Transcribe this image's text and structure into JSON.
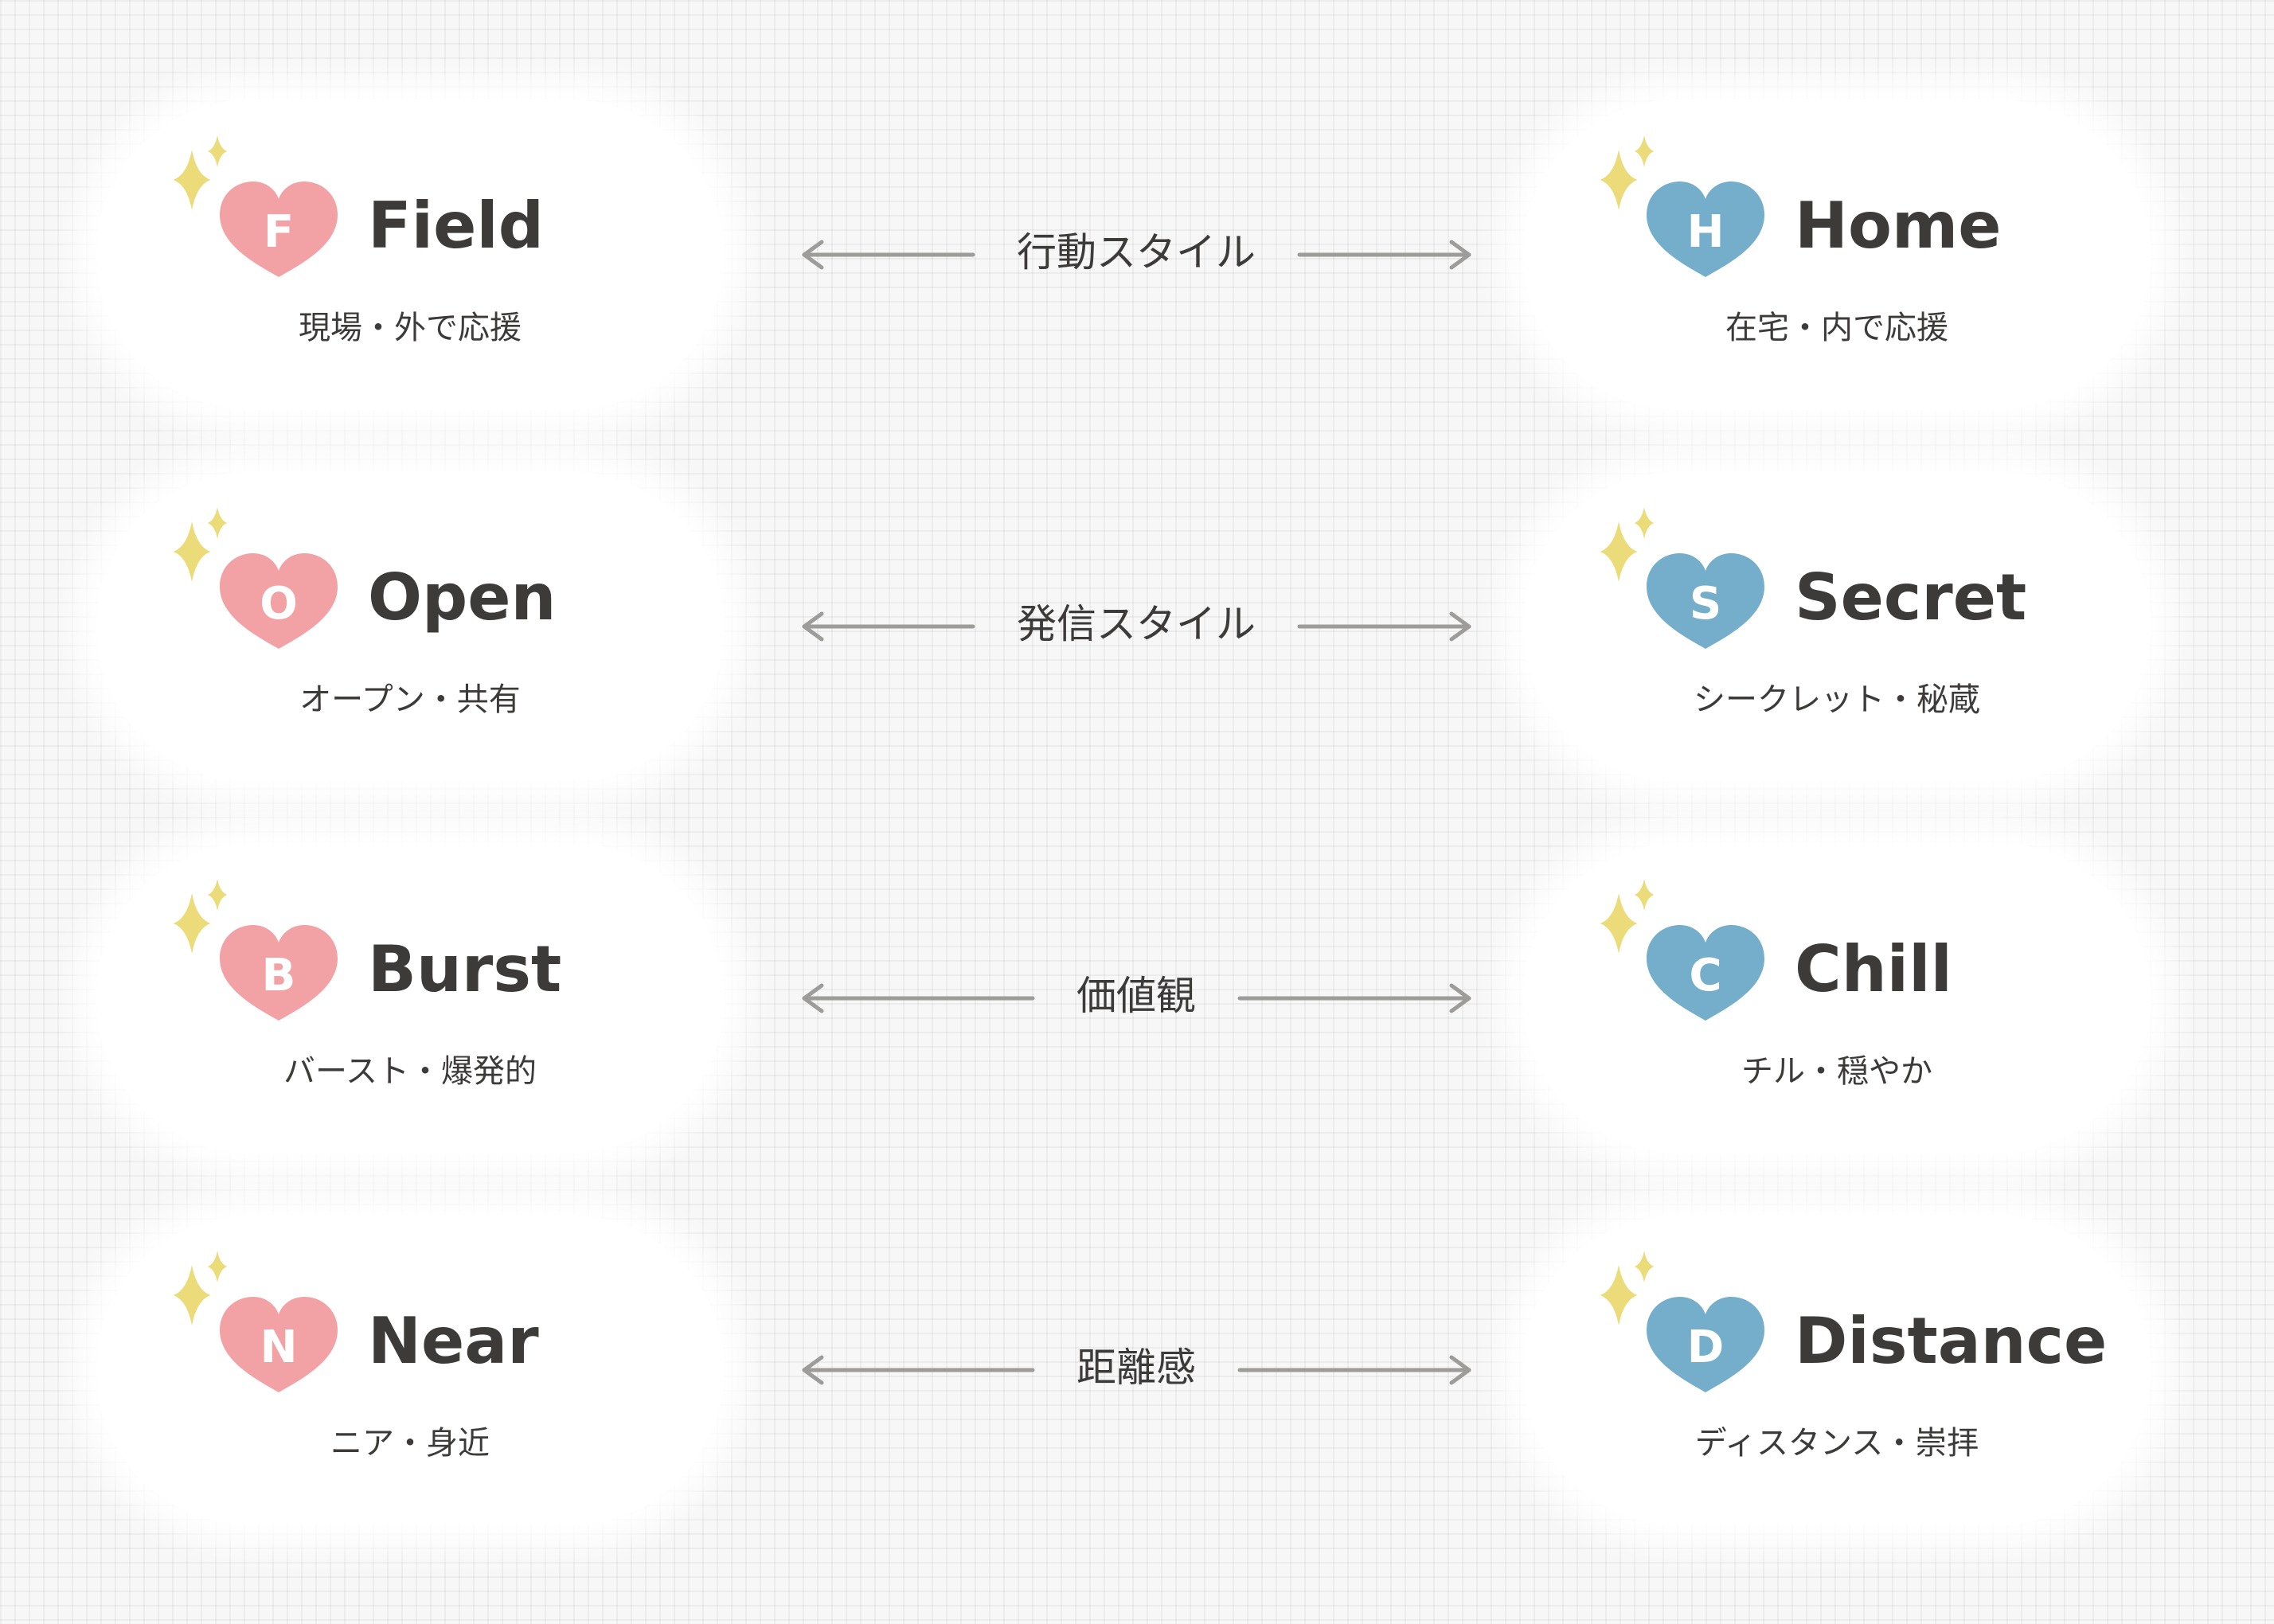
{
  "colors": {
    "left_heart": "#f2a1a5",
    "right_heart": "#74aecb",
    "sparkle": "#ebdc79",
    "arrow": "#9e9c9a",
    "text": "#3d3b3a"
  },
  "rows": [
    {
      "axis_label": "行動スタイル",
      "left": {
        "letter": "F",
        "title": "Field",
        "subtitle": "現場・外で応援"
      },
      "right": {
        "letter": "H",
        "title": "Home",
        "subtitle": "在宅・内で応援"
      }
    },
    {
      "axis_label": "発信スタイル",
      "left": {
        "letter": "O",
        "title": "Open",
        "subtitle": "オープン・共有"
      },
      "right": {
        "letter": "S",
        "title": "Secret",
        "subtitle": "シークレット・秘蔵"
      }
    },
    {
      "axis_label": "価値観",
      "left": {
        "letter": "B",
        "title": "Burst",
        "subtitle": "バースト・爆発的"
      },
      "right": {
        "letter": "C",
        "title": "Chill",
        "subtitle": "チル・穏やか"
      }
    },
    {
      "axis_label": "距離感",
      "left": {
        "letter": "N",
        "title": "Near",
        "subtitle": "ニア・身近"
      },
      "right": {
        "letter": "D",
        "title": "Distance",
        "subtitle": "ディスタンス・崇拝"
      }
    }
  ]
}
